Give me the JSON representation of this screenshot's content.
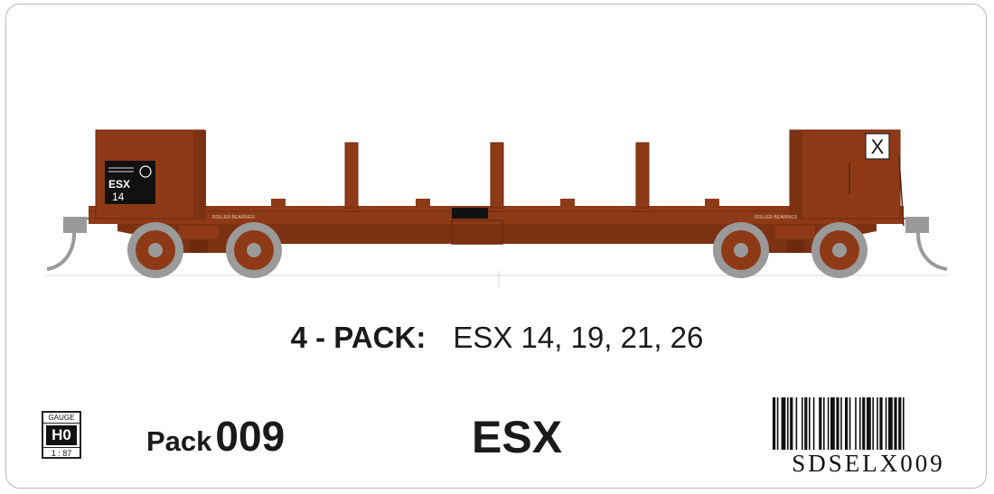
{
  "wagon": {
    "left_panel": {
      "class": "ESX",
      "number": "14"
    },
    "right_panel": {
      "symbol": "X"
    },
    "labels": {
      "left": "ROLLER BEARINGS",
      "right": "ROLLER BEARINGS"
    }
  },
  "pack_line": {
    "label": "4 - PACK:",
    "numbers": "ESX 14, 19, 21, 26"
  },
  "gauge": {
    "top": "GAUGE",
    "name": "H0",
    "scale": "1 : 87"
  },
  "pack": {
    "word": "Pack",
    "number": "009"
  },
  "class_code": "ESX",
  "barcode": {
    "text": "SDSELX009"
  },
  "colors": {
    "body": "#8e3a16",
    "body_dark": "#6e2a0e",
    "wheels": "#9a9a9a",
    "text": "#1a1a1a"
  }
}
